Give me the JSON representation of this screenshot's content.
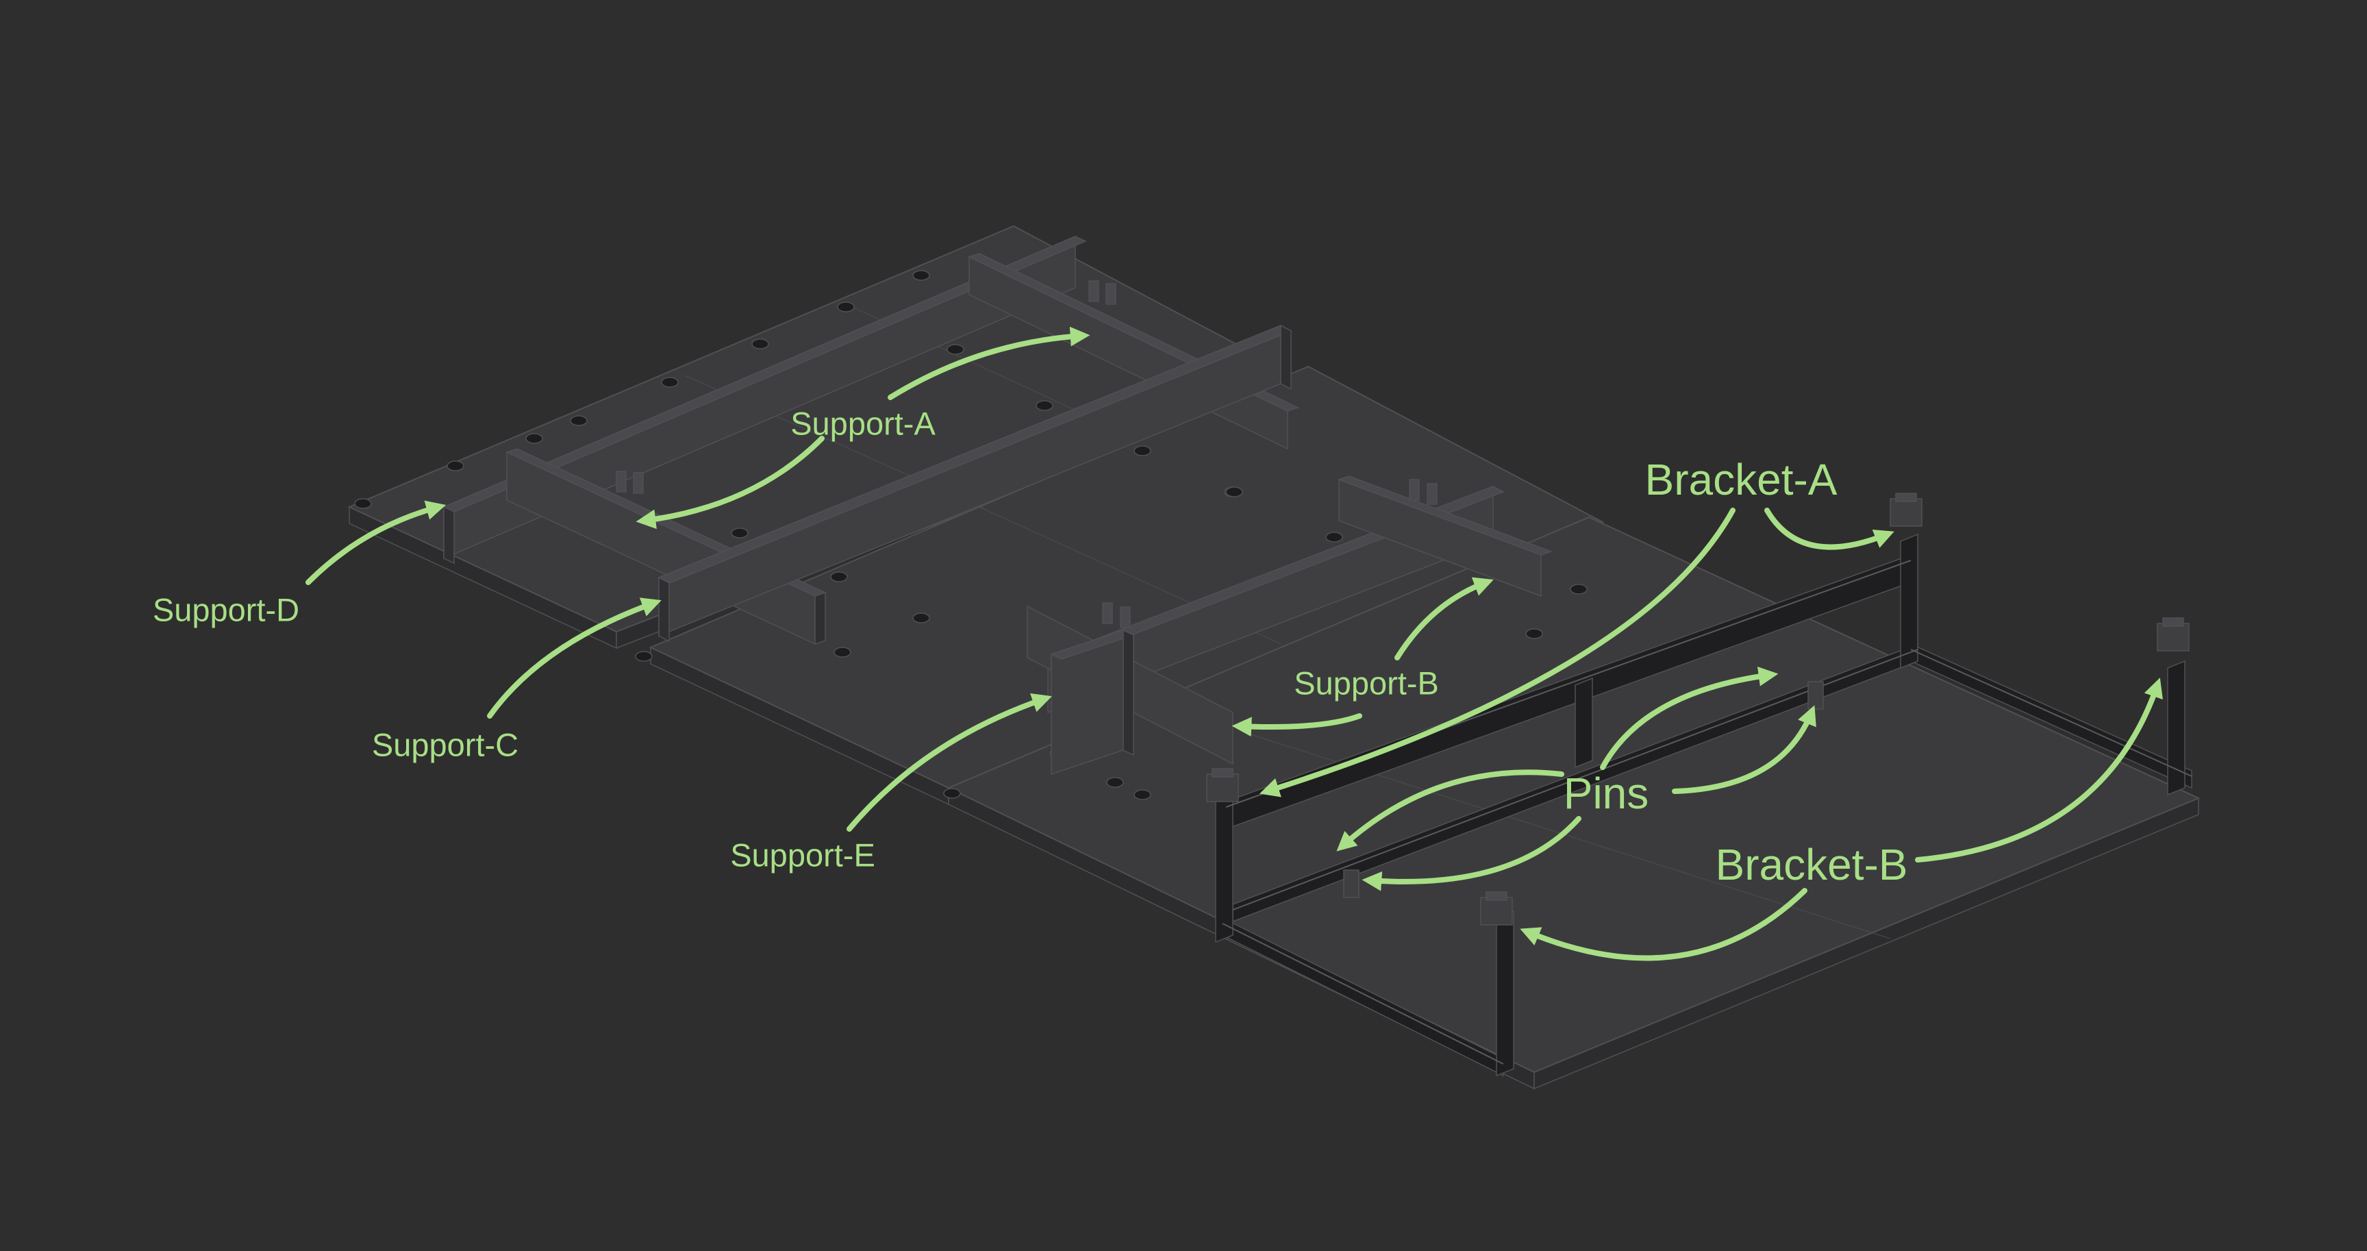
{
  "colors": {
    "background": "#2e2e2e",
    "plate_top": "#3b3b3d",
    "plate_side": "#2c2c2e",
    "edge": "#505054",
    "wall_front": "#3f3f42",
    "wall_side": "#2f2f32",
    "wall_top": "#4a4a4e",
    "hole": "#1c1c1e",
    "frame": "#1e1e20",
    "frame_highlight": "#5a5a5e",
    "annotation": "#a8df86"
  },
  "labels": {
    "support_a": "Support-A",
    "support_b": "Support-B",
    "support_c": "Support-C",
    "support_d": "Support-D",
    "support_e": "Support-E",
    "bracket_a": "Bracket-A",
    "bracket_b": "Bracket-B",
    "pins": "Pins"
  }
}
